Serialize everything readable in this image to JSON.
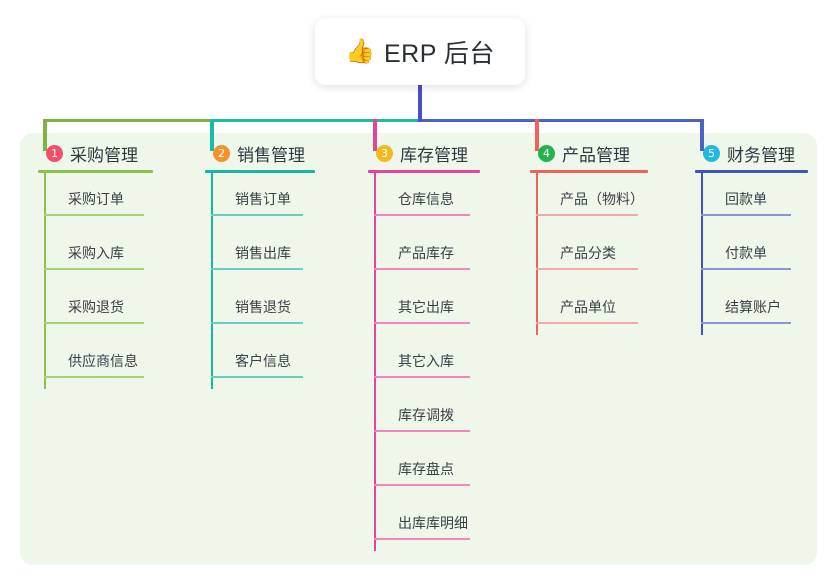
{
  "title": {
    "emoji": "👍",
    "emoji_name": "thumbs-up-icon",
    "text": "ERP 后台"
  },
  "palette": {
    "panel_bg": "#eff7ea",
    "page_bg": "#ffffff",
    "stem": "#4b4fc4",
    "text": "#3a4048",
    "heading_text": "#2f3740"
  },
  "columns": [
    {
      "index": "1",
      "title": "采购管理",
      "badge_color": "#f2506a",
      "line_color": "#7cb442",
      "rule_color": "#8cc152",
      "leaf_color": "#a5cf7a",
      "items": [
        "采购订单",
        "采购入库",
        "采购退货",
        "供应商信息"
      ]
    },
    {
      "index": "2",
      "title": "销售管理",
      "badge_color": "#f5922f",
      "line_color": "#1bbca5",
      "rule_color": "#17b8a3",
      "leaf_color": "#66cfc2",
      "items": [
        "销售订单",
        "销售出库",
        "销售退货",
        "客户信息"
      ]
    },
    {
      "index": "3",
      "title": "库存管理",
      "badge_color": "#f5b820",
      "line_color": "#e0459c",
      "rule_color": "#e8439b",
      "leaf_color": "#ef86bc",
      "items": [
        "仓库信息",
        "产品库存",
        "其它出库",
        "其它入库",
        "库存调拨",
        "库存盘点",
        "出库库明细"
      ]
    },
    {
      "index": "4",
      "title": "产品管理",
      "badge_color": "#24b24c",
      "line_color": "#f2605c",
      "rule_color": "#f2605c",
      "leaf_color": "#f6a9a2",
      "items": [
        "产品（物料）",
        "产品分类",
        "产品单位"
      ]
    },
    {
      "index": "5",
      "title": "财务管理",
      "badge_color": "#22b8e0",
      "line_color": "#4b63c4",
      "rule_color": "#3f55bc",
      "leaf_color": "#8897da",
      "items": [
        "回款单",
        "付款单",
        "结算账户"
      ]
    }
  ]
}
